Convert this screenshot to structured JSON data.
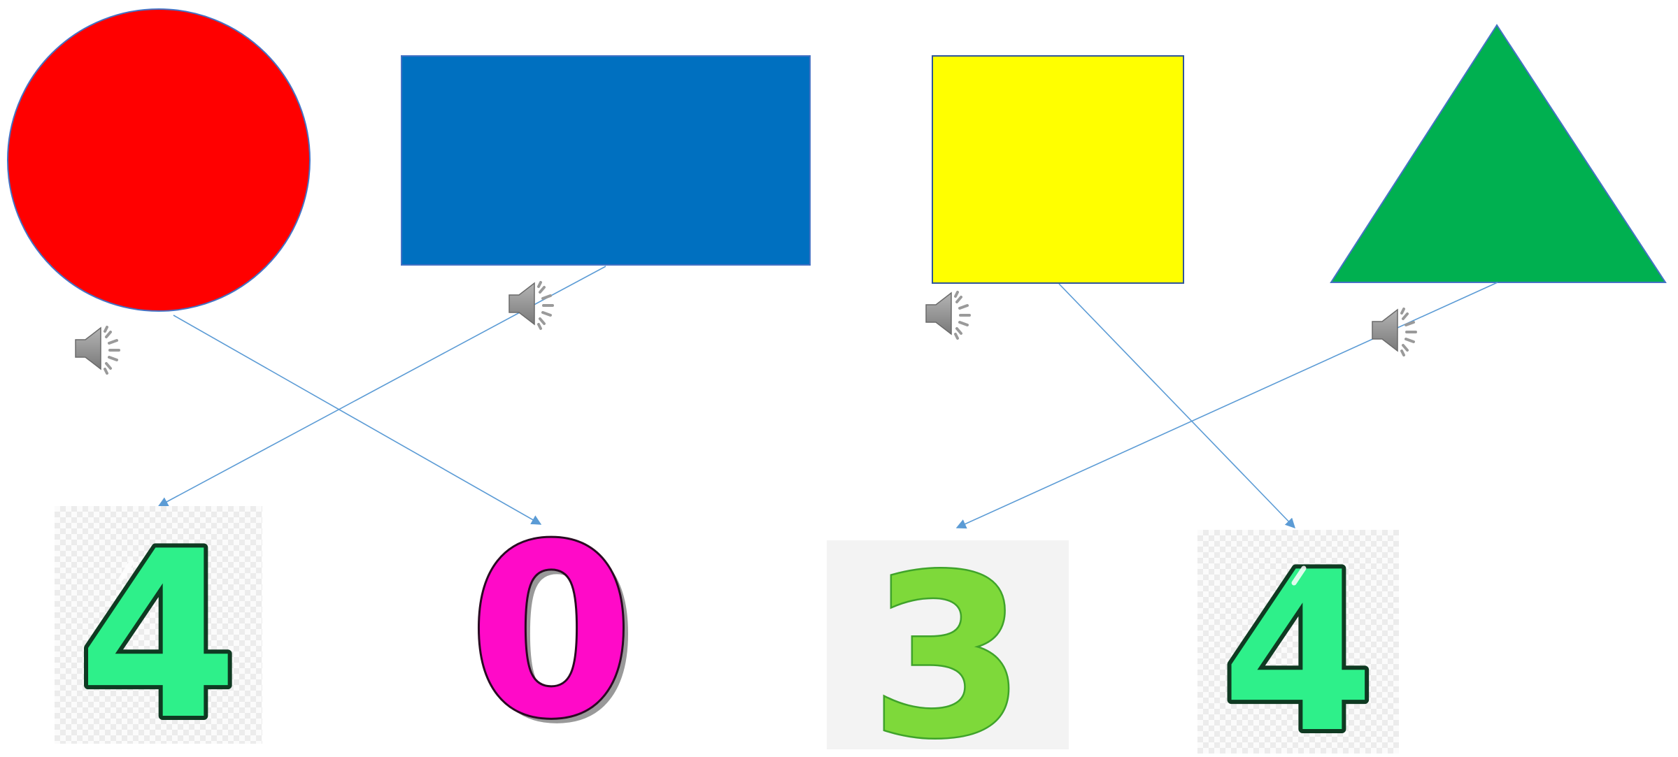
{
  "shapes": [
    {
      "name": "circle",
      "color": "#ff0000",
      "stroke": "#4472c4"
    },
    {
      "name": "rectangle",
      "color": "#0070c0",
      "stroke": "#4472c4"
    },
    {
      "name": "square",
      "color": "#ffff00",
      "stroke": "#2f5597"
    },
    {
      "name": "triangle",
      "color": "#00b050",
      "stroke": "#4472c4"
    }
  ],
  "audio_icons": [
    {
      "icon": "speaker-icon",
      "for": "circle"
    },
    {
      "icon": "speaker-icon",
      "for": "rectangle"
    },
    {
      "icon": "speaker-icon",
      "for": "square"
    },
    {
      "icon": "speaker-icon",
      "for": "triangle"
    }
  ],
  "numbers": [
    {
      "label": "4",
      "fill": "#2ef08a",
      "outline": "#0f3a22"
    },
    {
      "label": "0",
      "fill": "#ff0ac8",
      "outline": "#2a0a22"
    },
    {
      "label": "3",
      "fill": "#7ed93a",
      "outline": "#3fa32a"
    },
    {
      "label": "4",
      "fill": "#2ef08a",
      "outline": "#0f3a22"
    }
  ],
  "connectors": [
    {
      "from": "circle",
      "to_number_index": 1
    },
    {
      "from": "rectangle",
      "to_number_index": 0
    },
    {
      "from": "square",
      "to_number_index": 3
    },
    {
      "from": "triangle",
      "to_number_index": 2
    }
  ],
  "connector_color": "#5b9bd5"
}
